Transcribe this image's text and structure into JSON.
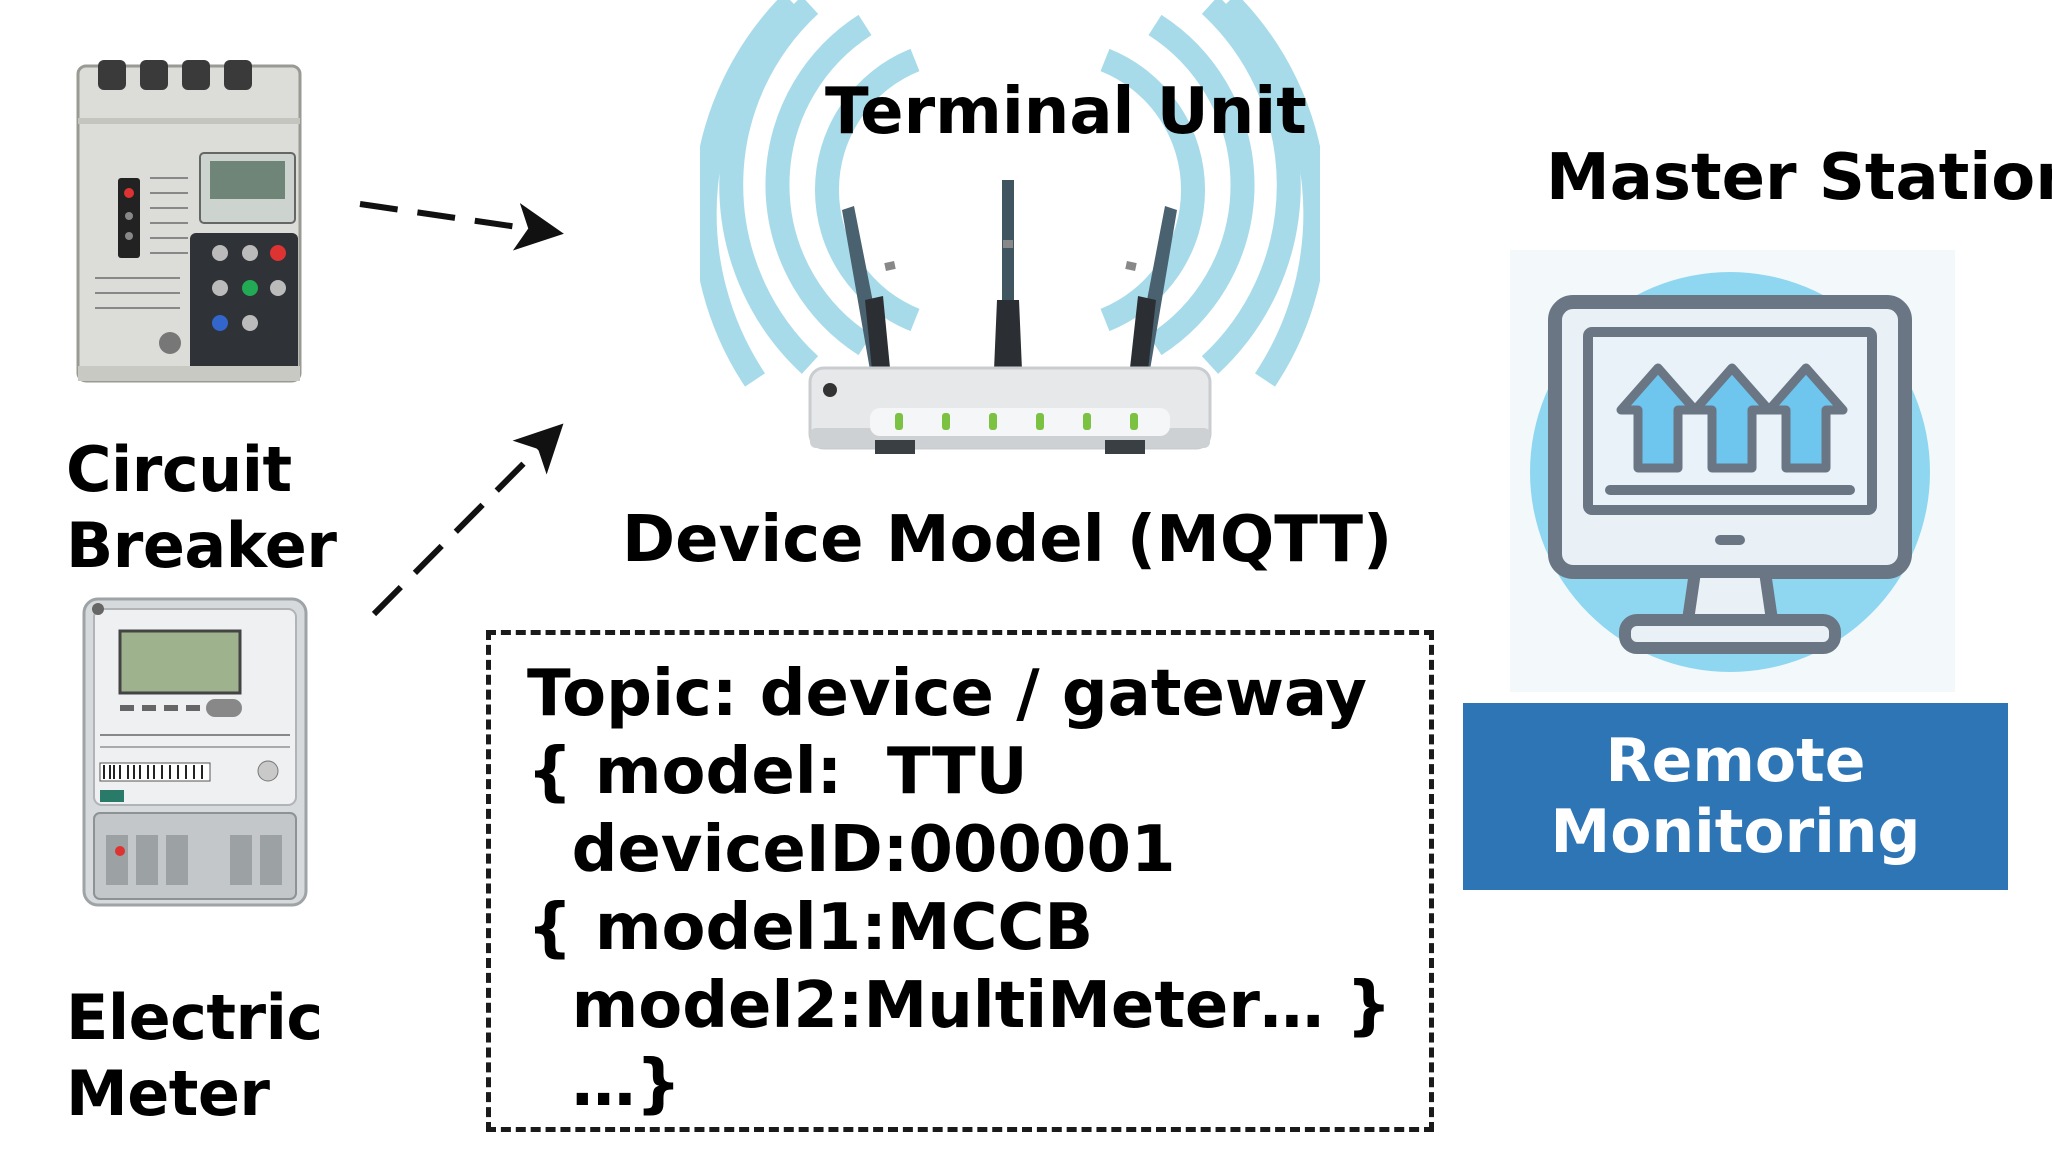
{
  "labels": {
    "terminal_unit": "Terminal Unit",
    "master_station": "Master Station",
    "circuit_breaker_line1": "Circuit",
    "circuit_breaker_line2": "Breaker",
    "electric_meter_line1": "Electric",
    "electric_meter_line2": "Meter",
    "device_model": "Device Model (MQTT)"
  },
  "remote_monitoring": {
    "line1": "Remote",
    "line2": "Monitoring"
  },
  "code_block": {
    "lines": [
      "Topic: device / gateway",
      "{ model:  TTU",
      "  deviceID:000001",
      "{ model1:MCCB",
      "  model2:MultiMeter… }",
      "  …}"
    ]
  },
  "colors": {
    "wifi_waves": "#a8dbe9",
    "monitor_circle": "#8fd7f1",
    "remote_box": "#2e75b6",
    "arrow_fill": "#6ec6ef",
    "monitor_stroke": "#6b7685"
  },
  "icons": [
    "circuit-breaker-icon",
    "electric-meter-icon",
    "wifi-router-icon",
    "monitor-icon"
  ]
}
